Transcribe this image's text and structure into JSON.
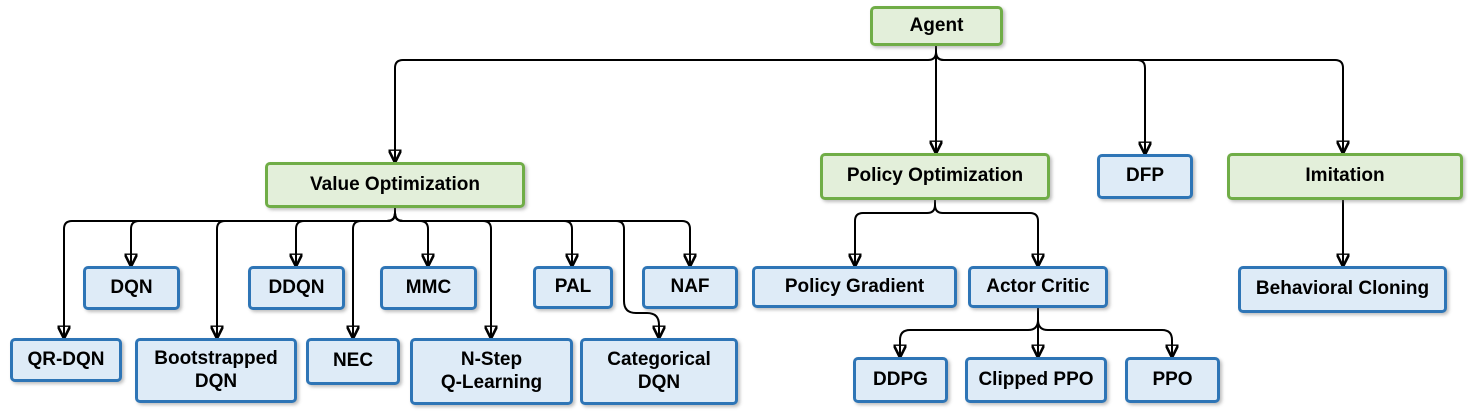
{
  "diagram": {
    "type": "tree",
    "root_label": "Agent"
  },
  "colors": {
    "category_green_fill": "#E3EFDA",
    "category_green_border": "#70AD47",
    "algorithm_blue_fill": "#DEEBF7",
    "algorithm_blue_border": "#2E75B6",
    "connector": "#000000",
    "text": "#000000",
    "background": "#FFFFFF"
  },
  "nodes": {
    "agent": {
      "label": "Agent",
      "category": "green"
    },
    "value_optimization": {
      "label": "Value Optimization",
      "category": "green"
    },
    "policy_optimization": {
      "label": "Policy Optimization",
      "category": "green"
    },
    "dfp": {
      "label": "DFP",
      "category": "blue"
    },
    "imitation": {
      "label": "Imitation",
      "category": "green"
    },
    "dqn": {
      "label": "DQN",
      "category": "blue"
    },
    "ddqn": {
      "label": "DDQN",
      "category": "blue"
    },
    "mmc": {
      "label": "MMC",
      "category": "blue"
    },
    "pal": {
      "label": "PAL",
      "category": "blue"
    },
    "naf": {
      "label": "NAF",
      "category": "blue"
    },
    "qr_dqn": {
      "label": "QR-DQN",
      "category": "blue"
    },
    "bootstrapped_dqn": {
      "label": "Bootstrapped\nDQN",
      "category": "blue"
    },
    "nec": {
      "label": "NEC",
      "category": "blue"
    },
    "n_step_q_learning": {
      "label": "N-Step\nQ-Learning",
      "category": "blue"
    },
    "categorical_dqn": {
      "label": "Categorical\nDQN",
      "category": "blue"
    },
    "policy_gradient": {
      "label": "Policy Gradient",
      "category": "blue"
    },
    "actor_critic": {
      "label": "Actor Critic",
      "category": "blue"
    },
    "ddpg": {
      "label": "DDPG",
      "category": "blue"
    },
    "clipped_ppo": {
      "label": "Clipped PPO",
      "category": "blue"
    },
    "ppo": {
      "label": "PPO",
      "category": "blue"
    },
    "behavioral_cloning": {
      "label": "Behavioral Cloning",
      "category": "blue"
    }
  },
  "edges": [
    [
      "agent",
      "value_optimization"
    ],
    [
      "agent",
      "policy_optimization"
    ],
    [
      "agent",
      "dfp"
    ],
    [
      "agent",
      "imitation"
    ],
    [
      "value_optimization",
      "qr_dqn"
    ],
    [
      "value_optimization",
      "dqn"
    ],
    [
      "value_optimization",
      "bootstrapped_dqn"
    ],
    [
      "value_optimization",
      "ddqn"
    ],
    [
      "value_optimization",
      "nec"
    ],
    [
      "value_optimization",
      "mmc"
    ],
    [
      "value_optimization",
      "n_step_q_learning"
    ],
    [
      "value_optimization",
      "pal"
    ],
    [
      "value_optimization",
      "categorical_dqn"
    ],
    [
      "value_optimization",
      "naf"
    ],
    [
      "policy_optimization",
      "policy_gradient"
    ],
    [
      "policy_optimization",
      "actor_critic"
    ],
    [
      "actor_critic",
      "ddpg"
    ],
    [
      "actor_critic",
      "clipped_ppo"
    ],
    [
      "actor_critic",
      "ppo"
    ],
    [
      "imitation",
      "behavioral_cloning"
    ]
  ]
}
